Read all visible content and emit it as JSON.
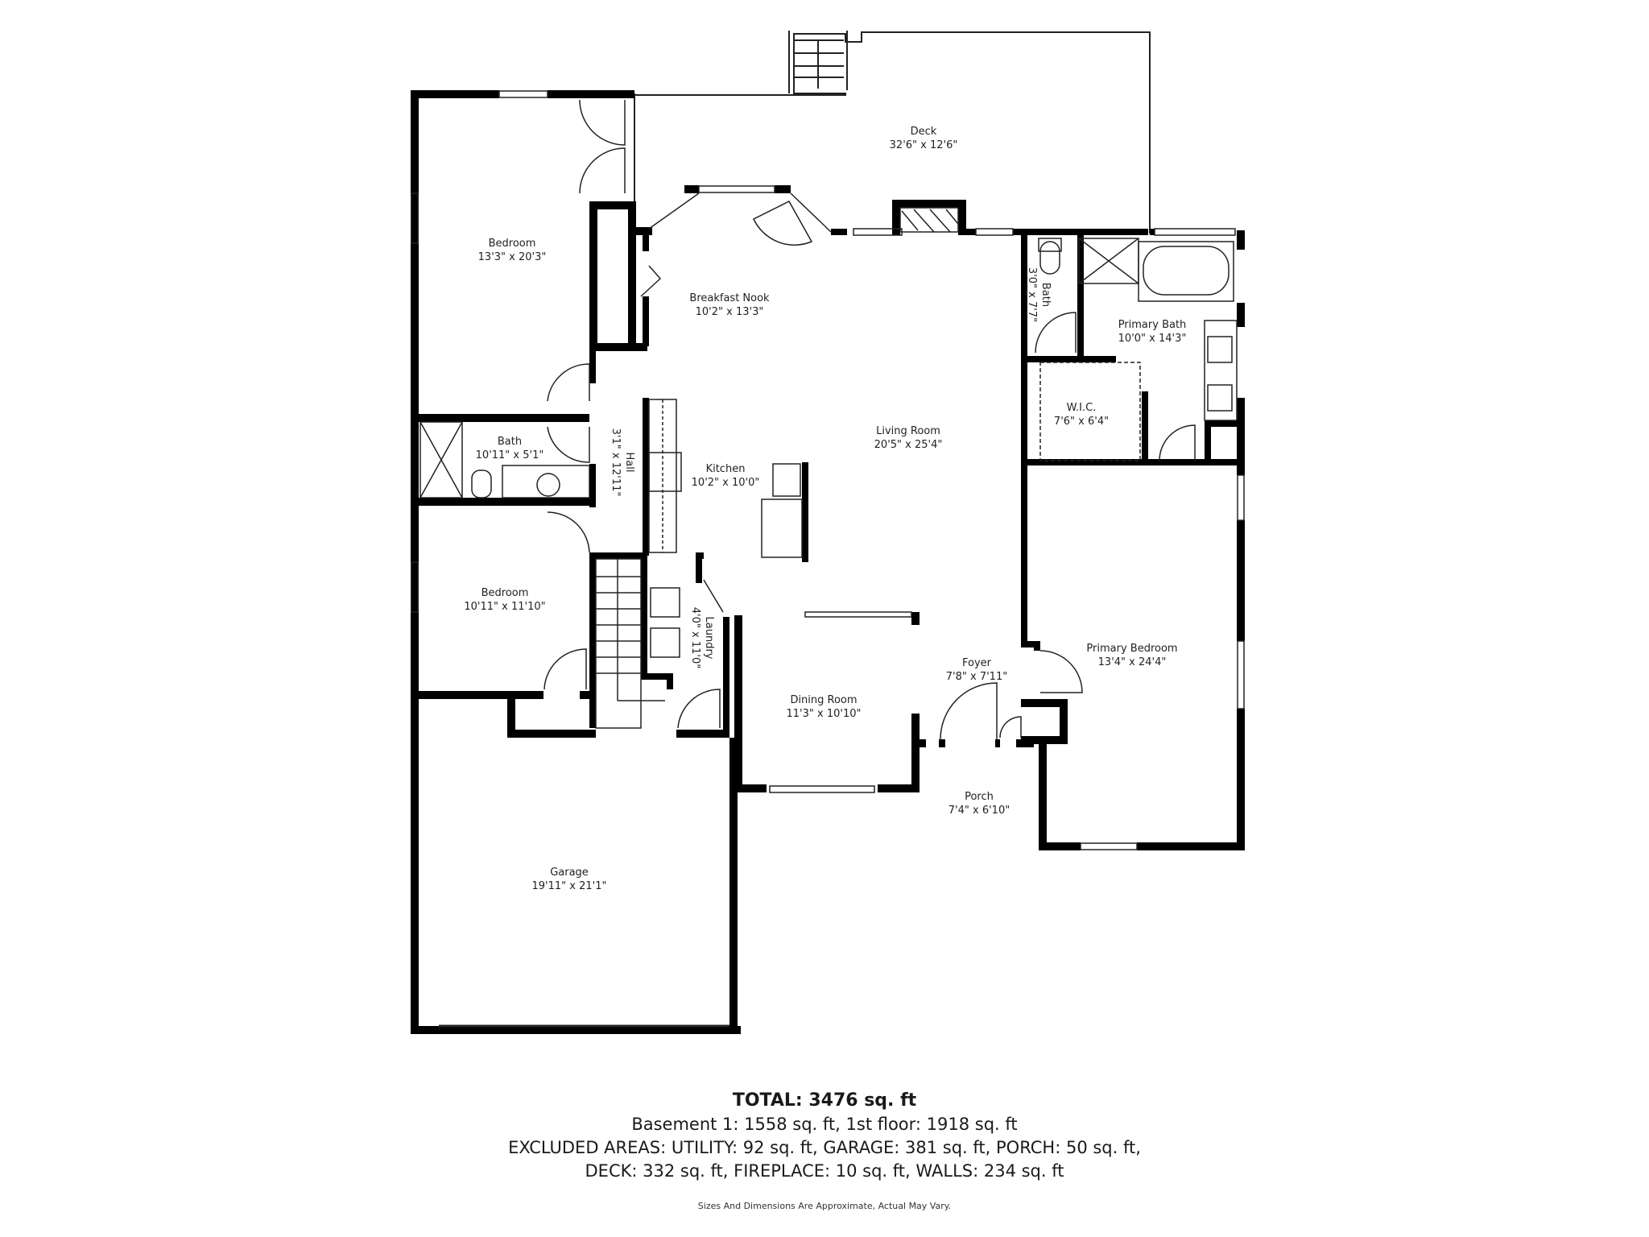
{
  "rooms": {
    "deck": {
      "name": "Deck",
      "dims": "32'6\" x 12'6\""
    },
    "bedroom1": {
      "name": "Bedroom",
      "dims": "13'3\" x 20'3\""
    },
    "breakfast_nook": {
      "name": "Breakfast Nook",
      "dims": "10'2\" x 13'3\""
    },
    "bath_small": {
      "name": "Bath",
      "dims": "3'0\" x 7'7\""
    },
    "primary_bath": {
      "name": "Primary Bath",
      "dims": "10'0\" x 14'3\""
    },
    "wic": {
      "name": "W.I.C.",
      "dims": "7'6\" x 6'4\""
    },
    "living_room": {
      "name": "Living Room",
      "dims": "20'5\" x 25'4\""
    },
    "bath2": {
      "name": "Bath",
      "dims": "10'11\" x 5'1\""
    },
    "hall": {
      "name": "Hall",
      "dims": "3'1\" x 12'11\""
    },
    "kitchen": {
      "name": "Kitchen",
      "dims": "10'2\" x 10'0\""
    },
    "bedroom2": {
      "name": "Bedroom",
      "dims": "10'11\" x 11'10\""
    },
    "laundry": {
      "name": "Laundry",
      "dims": "4'0\" x 11'0\""
    },
    "dining_room": {
      "name": "Dining Room",
      "dims": "11'3\" x 10'10\""
    },
    "foyer": {
      "name": "Foyer",
      "dims": "7'8\" x 7'11\""
    },
    "primary_bedroom": {
      "name": "Primary Bedroom",
      "dims": "13'4\" x 24'4\""
    },
    "porch": {
      "name": "Porch",
      "dims": "7'4\" x 6'10\""
    },
    "garage": {
      "name": "Garage",
      "dims": "19'11\" x 21'1\""
    }
  },
  "summary": {
    "total": "TOTAL: 3476 sq. ft",
    "floors": "Basement 1: 1558 sq. ft, 1st floor: 1918 sq. ft",
    "excluded_1": "EXCLUDED AREAS: UTILITY: 92 sq. ft, GARAGE: 381 sq. ft, PORCH: 50 sq. ft,",
    "excluded_2": "DECK: 332 sq. ft, FIREPLACE: 10 sq. ft, WALLS: 234 sq. ft",
    "disclaimer": "Sizes And Dimensions Are Approximate, Actual May Vary."
  },
  "colors": {
    "wall": "#000000",
    "background": "#ffffff",
    "text": "#222222"
  }
}
